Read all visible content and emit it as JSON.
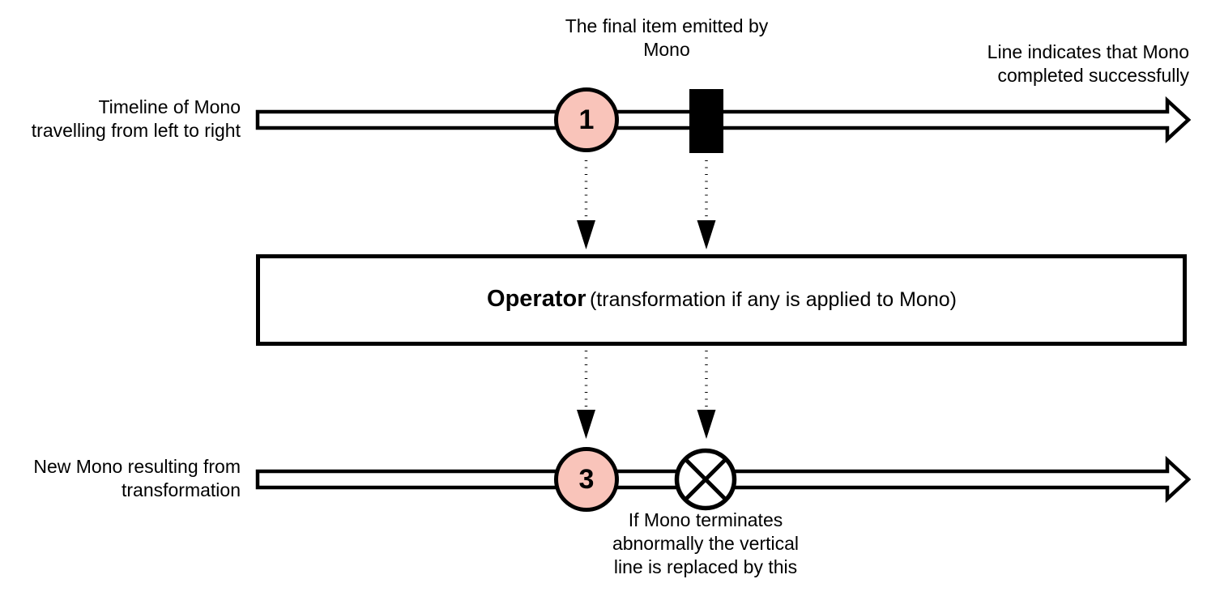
{
  "colors": {
    "background": "#FFFFFF",
    "stroke": "#000000",
    "item_fill": "#F9C4BA"
  },
  "annotations": {
    "final_item": "The final item emitted by\nMono",
    "completed": "Line indicates that Mono\ncompleted successfully",
    "source_timeline": "Timeline of Mono\ntravelling from left to right",
    "result_timeline": "New Mono resulting from\ntransformation",
    "error": "If Mono terminates\nabnormally the vertical\nline is replaced by this"
  },
  "operator": {
    "title": "Operator",
    "subtitle": "(transformation if any is applied to Mono)"
  },
  "timelines": {
    "source": {
      "item_value": "1"
    },
    "result": {
      "item_value": "3"
    }
  }
}
